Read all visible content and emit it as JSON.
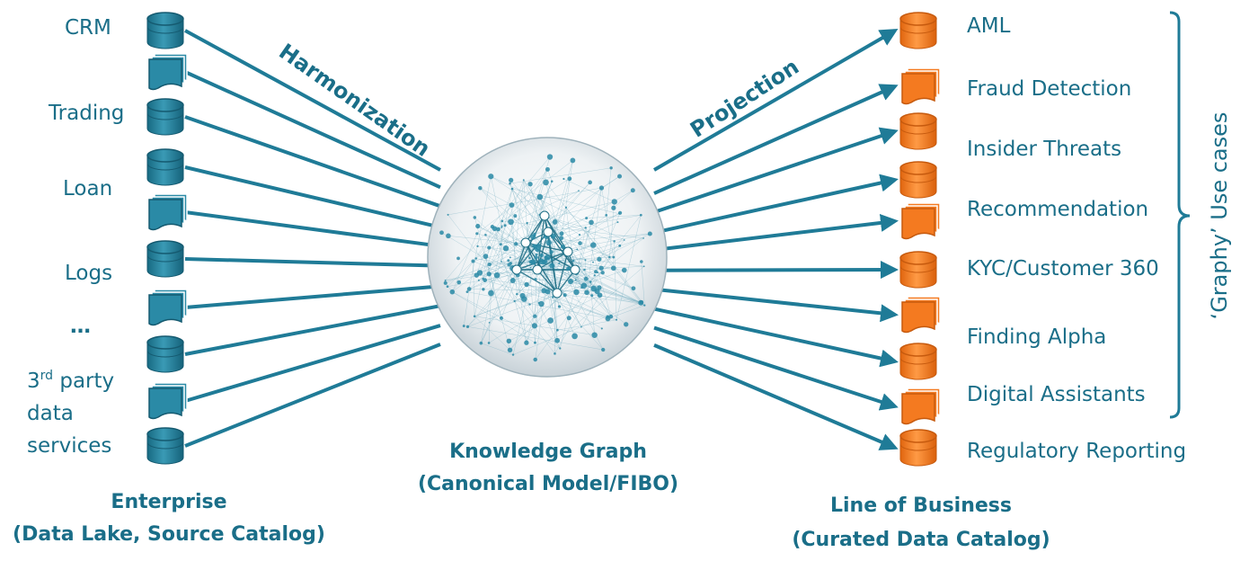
{
  "sources": [
    {
      "label": "CRM",
      "icon": "database-icon"
    },
    {
      "label": "",
      "icon": "documents-icon"
    },
    {
      "label": "Trading",
      "icon": "database-icon"
    },
    {
      "label": "Loan",
      "icon": "database-icon"
    },
    {
      "label": "",
      "icon": "documents-icon"
    },
    {
      "label": "Logs",
      "icon": "database-icon"
    },
    {
      "label": "",
      "icon": "documents-icon"
    },
    {
      "label": "…",
      "icon": "database-icon"
    },
    {
      "label": "",
      "icon": "documents-icon"
    },
    {
      "label": "",
      "icon": "database-icon"
    }
  ],
  "third_party": {
    "sup": "rd",
    "line1_pre": "3",
    "line1_post": " party",
    "line2": "data",
    "line3": "services"
  },
  "targets": [
    {
      "label": "AML",
      "icon": "database-icon"
    },
    {
      "label": "Fraud Detection",
      "icon": "documents-icon"
    },
    {
      "label": "Insider Threats",
      "icon": "database-icon"
    },
    {
      "label": "Recommendation",
      "icon": "documents-icon"
    },
    {
      "label": "KYC/Customer 360",
      "icon": "database-icon"
    },
    {
      "label": "Finding Alpha",
      "icon": "documents-icon"
    },
    {
      "label": "Digital Assistants",
      "icon": "documents-icon"
    },
    {
      "label": "Regulatory Reporting",
      "icon": "database-icon"
    }
  ],
  "labels": {
    "harmonization": "Harmonization",
    "projection": "Projection",
    "kg_title": "Knowledge Graph",
    "kg_subtitle": "(Canonical Model/FIBO)",
    "enterprise_title": "Enterprise",
    "enterprise_subtitle": "(Data Lake, Source Catalog)",
    "lob_title": "Line of Business",
    "lob_subtitle": "(Curated Data Catalog)",
    "use_cases": "‘Graphy’ Use cases"
  },
  "colors": {
    "teal": "#1f7b97",
    "teal_dark": "#155a70",
    "orange": "#f47a20",
    "orange_dark": "#c65a0e",
    "text": "#1a6e88"
  }
}
